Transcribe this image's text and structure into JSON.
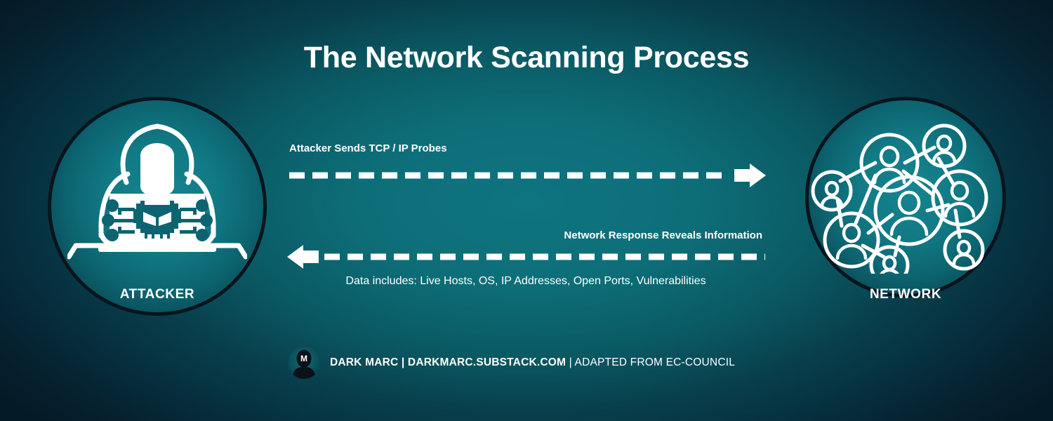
{
  "title": "The Network Scanning Process",
  "theme": {
    "bg_center": "#0d6e78",
    "bg_edge": "#051a27",
    "text": "#ffffff",
    "circle_border": "#0a141d"
  },
  "left_node": {
    "label": "ATTACKER",
    "icon": "hacker-hoodie-laptop-skull-icon"
  },
  "right_node": {
    "label": "NETWORK",
    "icon": "network-people-nodes-icon"
  },
  "flows": {
    "outbound": {
      "label": "Attacker Sends TCP / IP Probes",
      "direction": "right",
      "style": "dashed"
    },
    "inbound": {
      "label": "Network Response Reveals Information",
      "sublabel": "Data includes: Live Hosts, OS, IP Addresses, Open Ports, Vulnerabilities",
      "direction": "left",
      "style": "dashed"
    }
  },
  "footer": {
    "avatar_initial": "M",
    "brand": "DARK MARC | DARKMARC.SUBSTACK.COM",
    "attribution": "| ADAPTED FROM EC-COUNCIL"
  }
}
